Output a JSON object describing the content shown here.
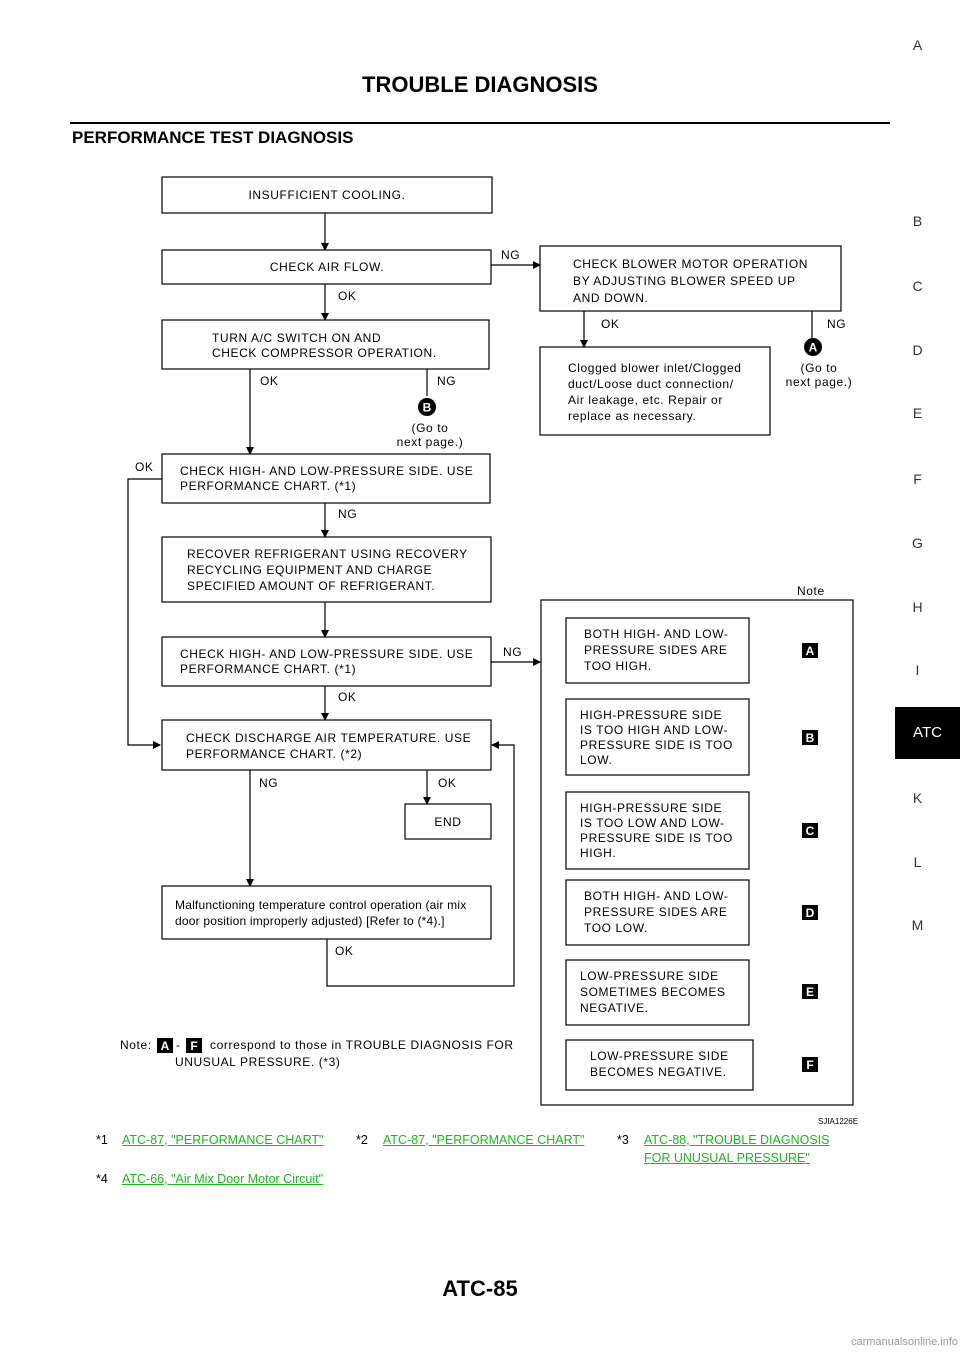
{
  "header": {
    "title": "TROUBLE DIAGNOSIS",
    "section": "PERFORMANCE TEST DIAGNOSIS"
  },
  "side_index": {
    "letters": [
      "A",
      "B",
      "C",
      "D",
      "E",
      "F",
      "G",
      "H",
      "I",
      "ATC",
      "K",
      "L",
      "M"
    ],
    "active": "ATC"
  },
  "flowchart": {
    "boxes": {
      "insufficient": [
        "INSUFFICIENT COOLING."
      ],
      "check_air_flow": [
        "CHECK AIR FLOW."
      ],
      "blower": [
        "CHECK BLOWER MOTOR OPERATION",
        "BY ADJUSTING BLOWER SPEED UP",
        "AND DOWN."
      ],
      "ac_switch": [
        "TURN A/C SWITCH ON AND",
        "CHECK COMPRESSOR OPERATION."
      ],
      "clogged": [
        "Clogged blower inlet/Clogged",
        "duct/Loose duct connection/",
        "Air leakage, etc. Repair or",
        "replace as necessary."
      ],
      "check_pressure_1": [
        "CHECK HIGH- AND LOW-PRESSURE SIDE. USE",
        "PERFORMANCE CHART. (*1)"
      ],
      "recover": [
        "RECOVER REFRIGERANT USING RECOVERY",
        "RECYCLING EQUIPMENT AND CHARGE",
        "SPECIFIED AMOUNT OF REFRIGERANT."
      ],
      "check_pressure_2": [
        "CHECK HIGH- AND LOW-PRESSURE SIDE. USE",
        "PERFORMANCE CHART. (*1)"
      ],
      "discharge": [
        "CHECK DISCHARGE AIR TEMPERATURE. USE",
        "PERFORMANCE CHART. (*2)"
      ],
      "end": [
        "END"
      ],
      "malfunction": [
        "Malfunctioning temperature control operation (air mix",
        "door position improperly adjusted) [Refer to (*4).]"
      ]
    },
    "labels": {
      "ng": "NG",
      "ok": "OK",
      "goto": [
        "(Go to",
        "next page.)"
      ],
      "note_title": "Note"
    },
    "note_items": [
      {
        "text": [
          "BOTH HIGH- AND LOW-",
          "PRESSURE SIDES ARE",
          "TOO HIGH."
        ],
        "marker": "A"
      },
      {
        "text": [
          "HIGH-PRESSURE SIDE",
          "IS TOO HIGH AND LOW-",
          "PRESSURE SIDE IS TOO",
          "LOW."
        ],
        "marker": "B"
      },
      {
        "text": [
          "HIGH-PRESSURE SIDE",
          "IS TOO LOW AND LOW-",
          "PRESSURE SIDE IS TOO",
          "HIGH."
        ],
        "marker": "C"
      },
      {
        "text": [
          "BOTH HIGH- AND LOW-",
          "PRESSURE SIDES ARE",
          "TOO LOW."
        ],
        "marker": "D"
      },
      {
        "text": [
          "LOW-PRESSURE SIDE",
          "SOMETIMES BECOMES",
          "NEGATIVE."
        ],
        "marker": "E"
      },
      {
        "text": [
          "LOW-PRESSURE SIDE",
          "BECOMES NEGATIVE."
        ],
        "marker": "F"
      }
    ],
    "goto_markers": {
      "ac_ng": "B",
      "blower_ng": "A"
    },
    "footnote": {
      "prefix": "Note:",
      "from": "A",
      "dash": "-",
      "to": "F",
      "text1": "correspond to those in TROUBLE DIAGNOSIS FOR",
      "text2": "UNUSUAL PRESSURE. (*3)"
    },
    "figure_id": "SJIA1226E"
  },
  "references": [
    {
      "num": "*1",
      "text": "ATC-87, \"PERFORMANCE CHART\""
    },
    {
      "num": "*2",
      "text": "ATC-87, \"PERFORMANCE CHART\""
    },
    {
      "num": "*3",
      "text": "ATC-88, \"TROUBLE DIAGNOSIS ",
      "text2": "FOR UNUSUAL PRESSURE\""
    },
    {
      "num": "*4",
      "text": "ATC-66, \"Air Mix Door Motor Circuit\""
    }
  ],
  "colors": {
    "link": "#1db51d"
  },
  "footer": {
    "page": "ATC-85",
    "watermark": "carmanualsonline.info"
  }
}
